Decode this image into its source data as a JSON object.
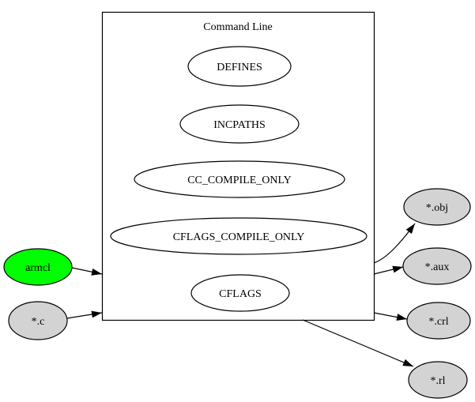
{
  "diagram": {
    "cluster_title": "Command Line",
    "colors": {
      "background": "#ffffff",
      "stroke": "#000000",
      "node_default_fill": "#ffffff",
      "node_green_fill": "#00ff00",
      "node_grey_fill": "#d3d3d3"
    },
    "cluster_nodes": [
      {
        "id": "defines",
        "label": "DEFINES"
      },
      {
        "id": "incpaths",
        "label": "INCPATHS"
      },
      {
        "id": "cc_compile_only",
        "label": "CC_COMPILE_ONLY"
      },
      {
        "id": "cflags_compile_only",
        "label": "CFLAGS_COMPILE_ONLY"
      },
      {
        "id": "cflags",
        "label": "CFLAGS"
      }
    ],
    "input_nodes": [
      {
        "id": "armcl",
        "label": "armcl",
        "fill": "#00ff00"
      },
      {
        "id": "c_files",
        "label": "*.c",
        "fill": "#d3d3d3"
      }
    ],
    "output_nodes": [
      {
        "id": "obj_files",
        "label": "*.obj",
        "fill": "#d3d3d3"
      },
      {
        "id": "aux_files",
        "label": "*.aux",
        "fill": "#d3d3d3"
      },
      {
        "id": "crl_files",
        "label": "*.crl",
        "fill": "#d3d3d3"
      },
      {
        "id": "rl_files",
        "label": "*.rl",
        "fill": "#d3d3d3"
      }
    ]
  }
}
